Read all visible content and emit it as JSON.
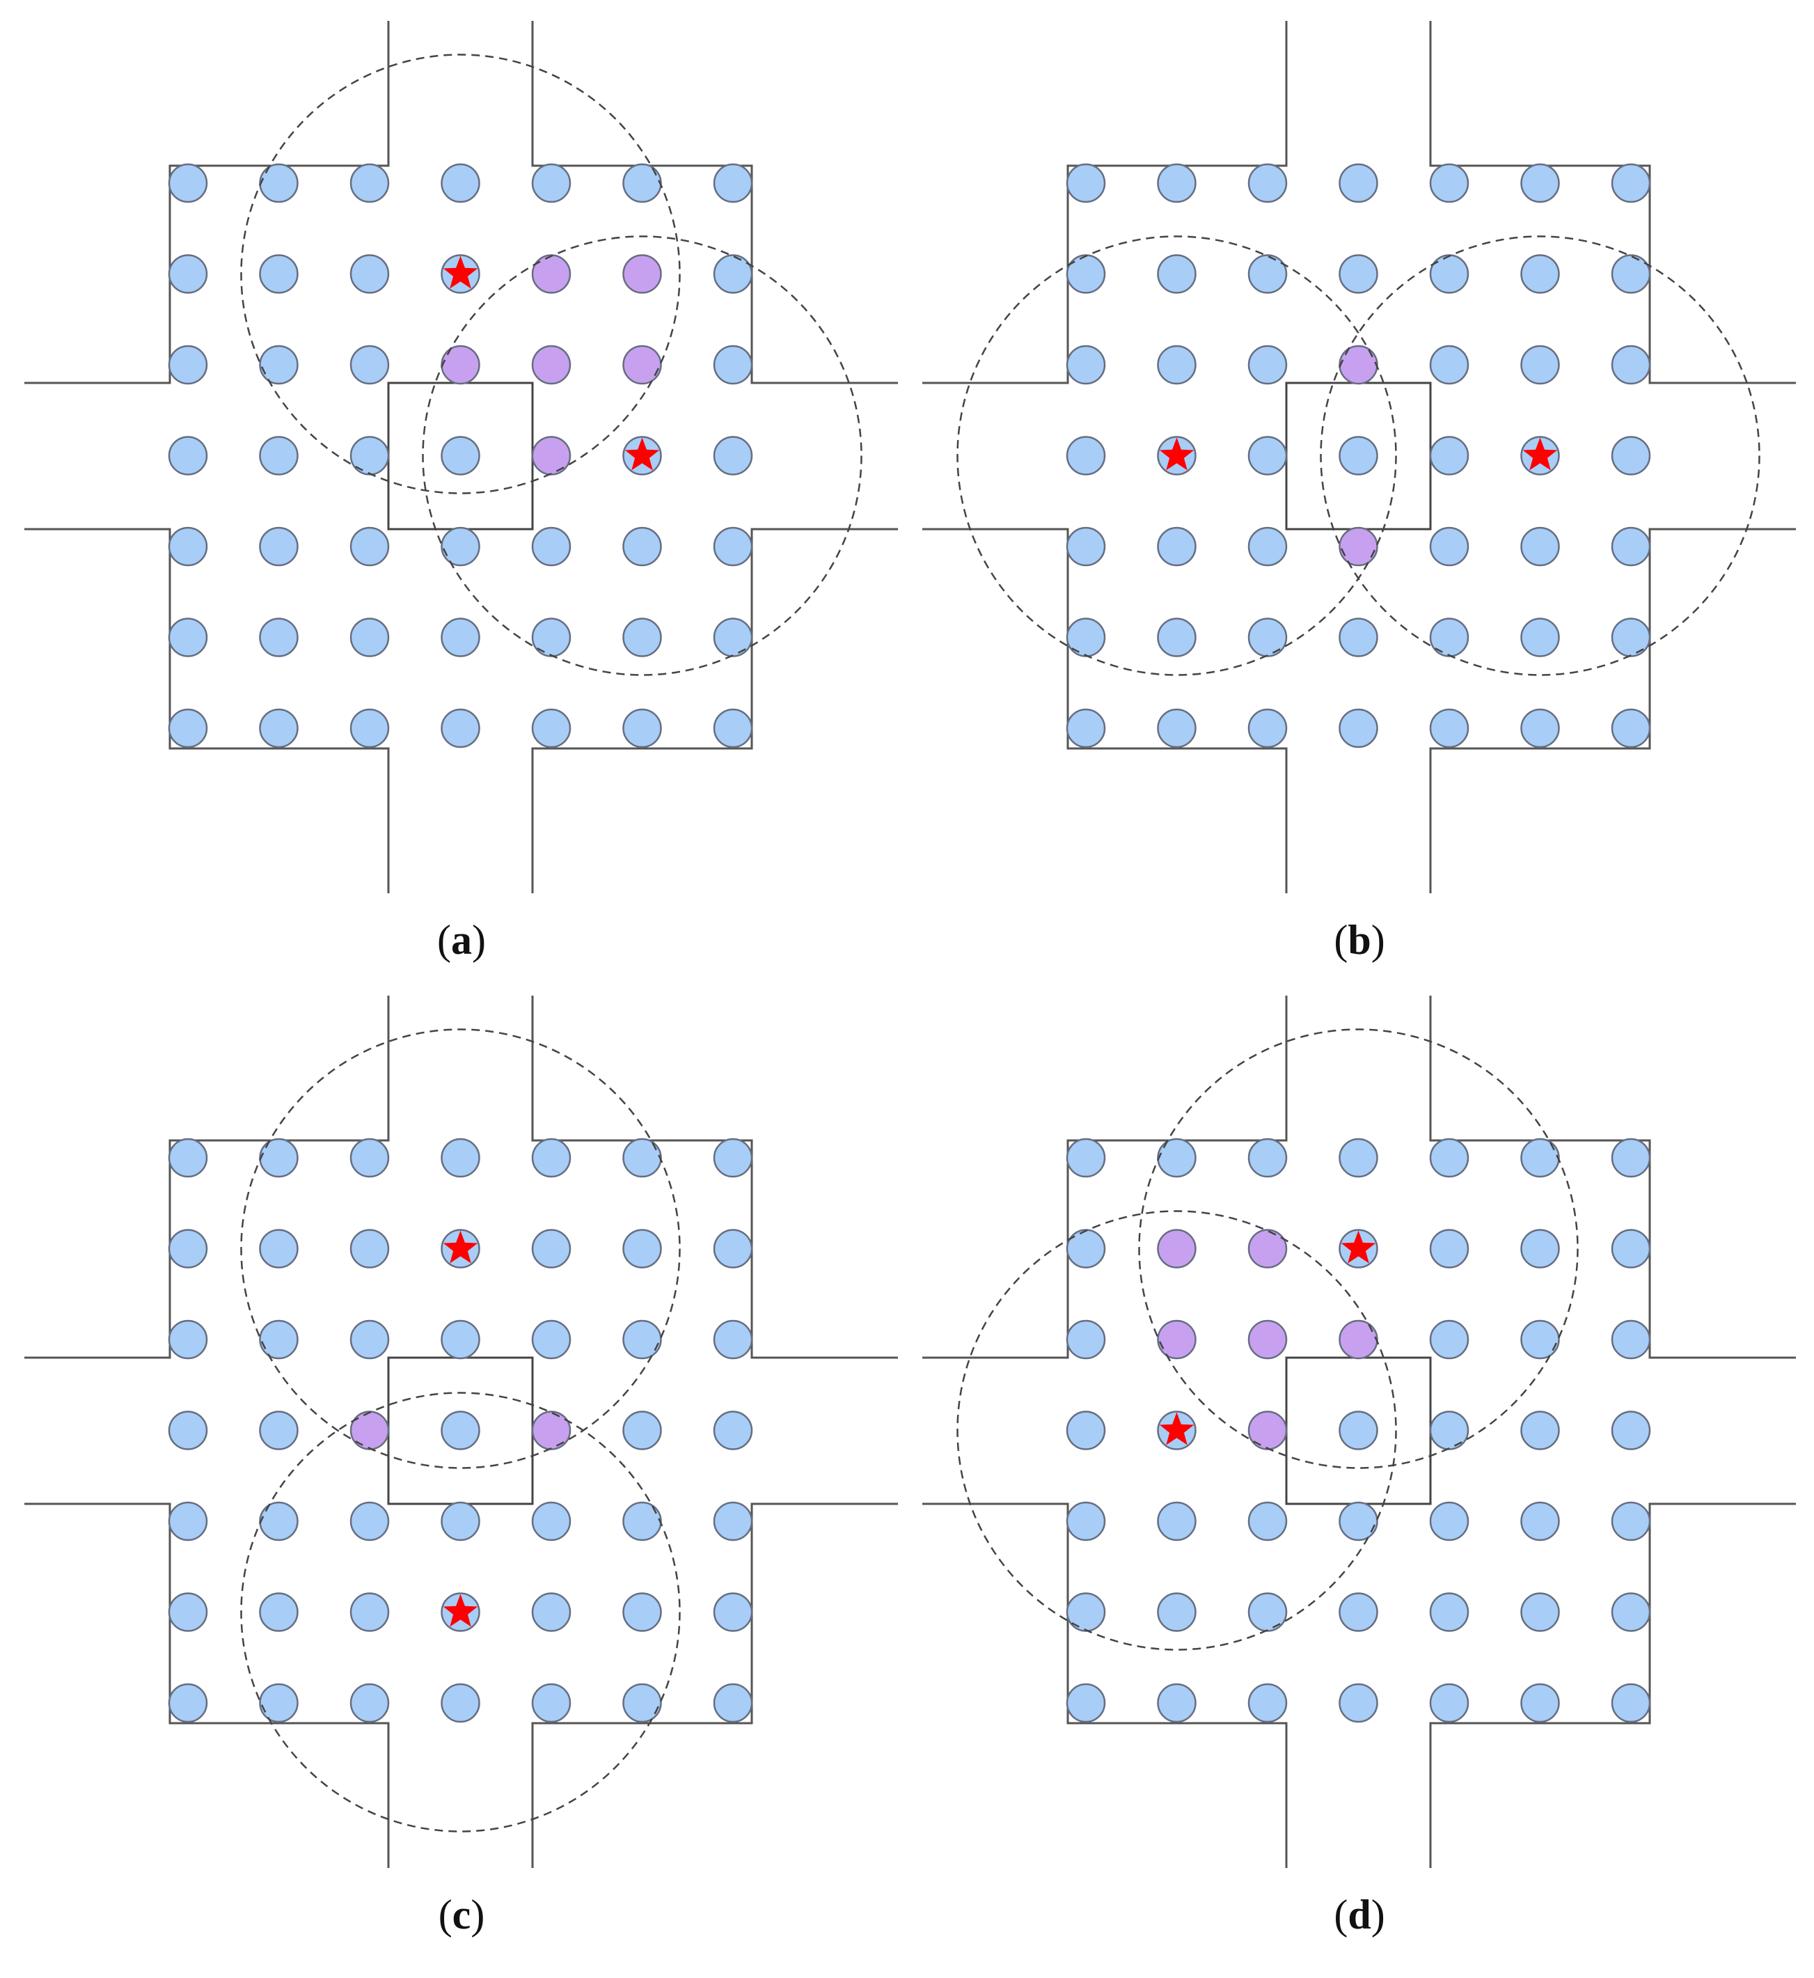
{
  "colors": {
    "sensor": "#a8cdf7",
    "overlap_sensor": "#c7a1f0",
    "target": "#ff0000",
    "walls": "#555555",
    "range_circle": "#444444"
  },
  "icons": {
    "sensor": "filled-circle",
    "target": "star-icon"
  },
  "panels": [
    {
      "id": "a",
      "caption_open": "(",
      "caption_label": "a",
      "caption_close": ")",
      "targets": [
        [
          3,
          1
        ],
        [
          5,
          3
        ]
      ],
      "overlap_sensors": [
        [
          4,
          1
        ],
        [
          5,
          1
        ],
        [
          3,
          2
        ],
        [
          4,
          2
        ],
        [
          5,
          2
        ],
        [
          4,
          3
        ]
      ]
    },
    {
      "id": "b",
      "caption_open": "(",
      "caption_label": "b",
      "caption_close": ")",
      "targets": [
        [
          1,
          3
        ],
        [
          5,
          3
        ]
      ],
      "overlap_sensors": [
        [
          3,
          2
        ],
        [
          3,
          4
        ]
      ]
    },
    {
      "id": "c",
      "caption_open": "(",
      "caption_label": "c",
      "caption_close": ")",
      "targets": [
        [
          3,
          1
        ],
        [
          3,
          5
        ]
      ],
      "overlap_sensors": [
        [
          2,
          3
        ],
        [
          4,
          3
        ]
      ]
    },
    {
      "id": "d",
      "caption_open": "(",
      "caption_label": "d",
      "caption_close": ")",
      "targets": [
        [
          3,
          1
        ],
        [
          1,
          3
        ]
      ],
      "overlap_sensors": [
        [
          1,
          1
        ],
        [
          2,
          1
        ],
        [
          1,
          2
        ],
        [
          2,
          2
        ],
        [
          3,
          2
        ],
        [
          2,
          3
        ]
      ]
    }
  ]
}
